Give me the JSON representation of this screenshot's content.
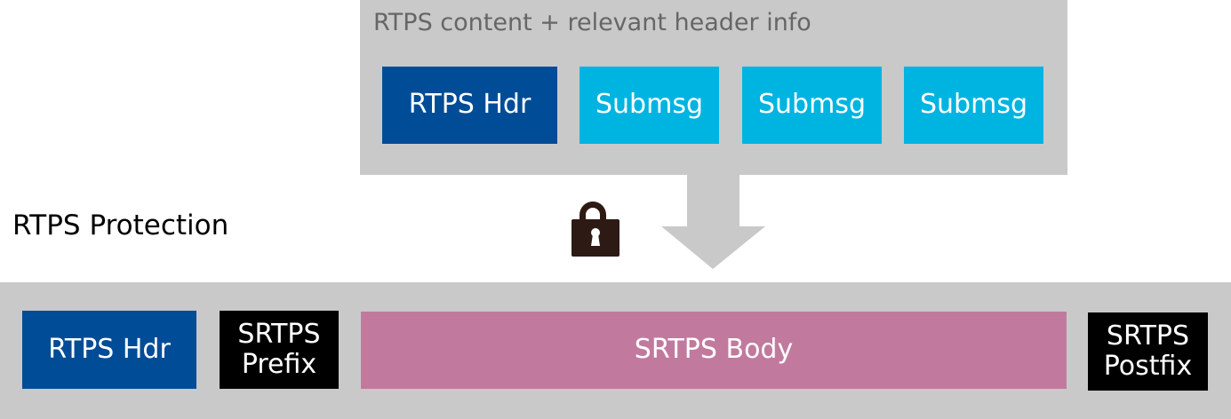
{
  "top": {
    "caption": "RTPS content + relevant header info",
    "header": "RTPS Hdr",
    "submessages": [
      "Submsg",
      "Submsg",
      "Submsg"
    ]
  },
  "label": "RTPS Protection",
  "bottom": {
    "header": "RTPS Hdr",
    "prefix": "SRTPS\nPrefix",
    "body": "SRTPS Body",
    "postfix": "SRTPS\nPostfix"
  },
  "icons": [
    "lock-icon",
    "arrow-down-icon"
  ],
  "colors": {
    "gray": "#c9c9c9",
    "rtps_hdr": "#004c97",
    "submsg": "#00b4e1",
    "srtps_body": "#c17a9e",
    "srtps_pre_post": "#000000"
  }
}
